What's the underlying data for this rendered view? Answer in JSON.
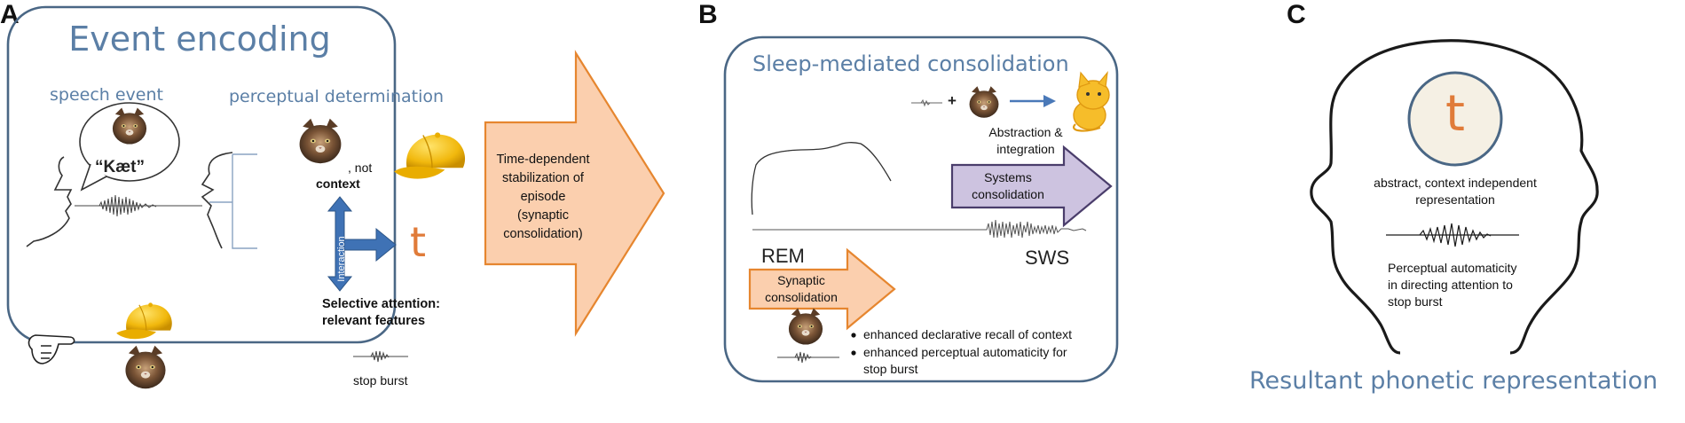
{
  "panels": {
    "a": {
      "letter": "A",
      "title": "Event encoding",
      "speech_event": "speech event",
      "perceptual_determination": "perceptual determination",
      "word": "“Kæt”",
      "not_label": ", not",
      "context_label": "context",
      "interaction_label": "Interaction",
      "t_symbol": "t",
      "selective_attention": "Selective attention:",
      "relevant_features": "relevant features",
      "stop_burst": "stop burst"
    },
    "arrow": {
      "line1": "Time-dependent",
      "line2": "stabilization of",
      "line3": "episode",
      "line4": "(synaptic",
      "line5": "consolidation)"
    },
    "b": {
      "letter": "B",
      "title": "Sleep-mediated consolidation",
      "plus": "+",
      "abstraction1": "Abstraction &",
      "abstraction2": "integration",
      "systems1": "Systems",
      "systems2": "consolidation",
      "rem": "REM",
      "sws": "SWS",
      "synaptic1": "Synaptic",
      "synaptic2": "consolidation",
      "bullet1": "enhanced declarative recall of context",
      "bullet2a": "enhanced perceptual automaticity for",
      "bullet2b": "stop burst"
    },
    "c": {
      "letter": "C",
      "t_symbol": "t",
      "abstract1": "abstract, context independent",
      "abstract2": "representation",
      "percept1": "Perceptual automaticity",
      "percept2": "in directing attention to",
      "percept3": "stop burst",
      "title": "Resultant phonetic representation"
    }
  },
  "colors": {
    "box_border": "#4a6785",
    "title_blue": "#5b7fa6",
    "orange_fill": "#fbcfae",
    "orange_stroke": "#e6862f",
    "purple_fill": "#cdc3e0",
    "purple_stroke": "#4a3d6b",
    "interaction_blue": "#3f72b5",
    "t_orange": "#e07b39"
  }
}
